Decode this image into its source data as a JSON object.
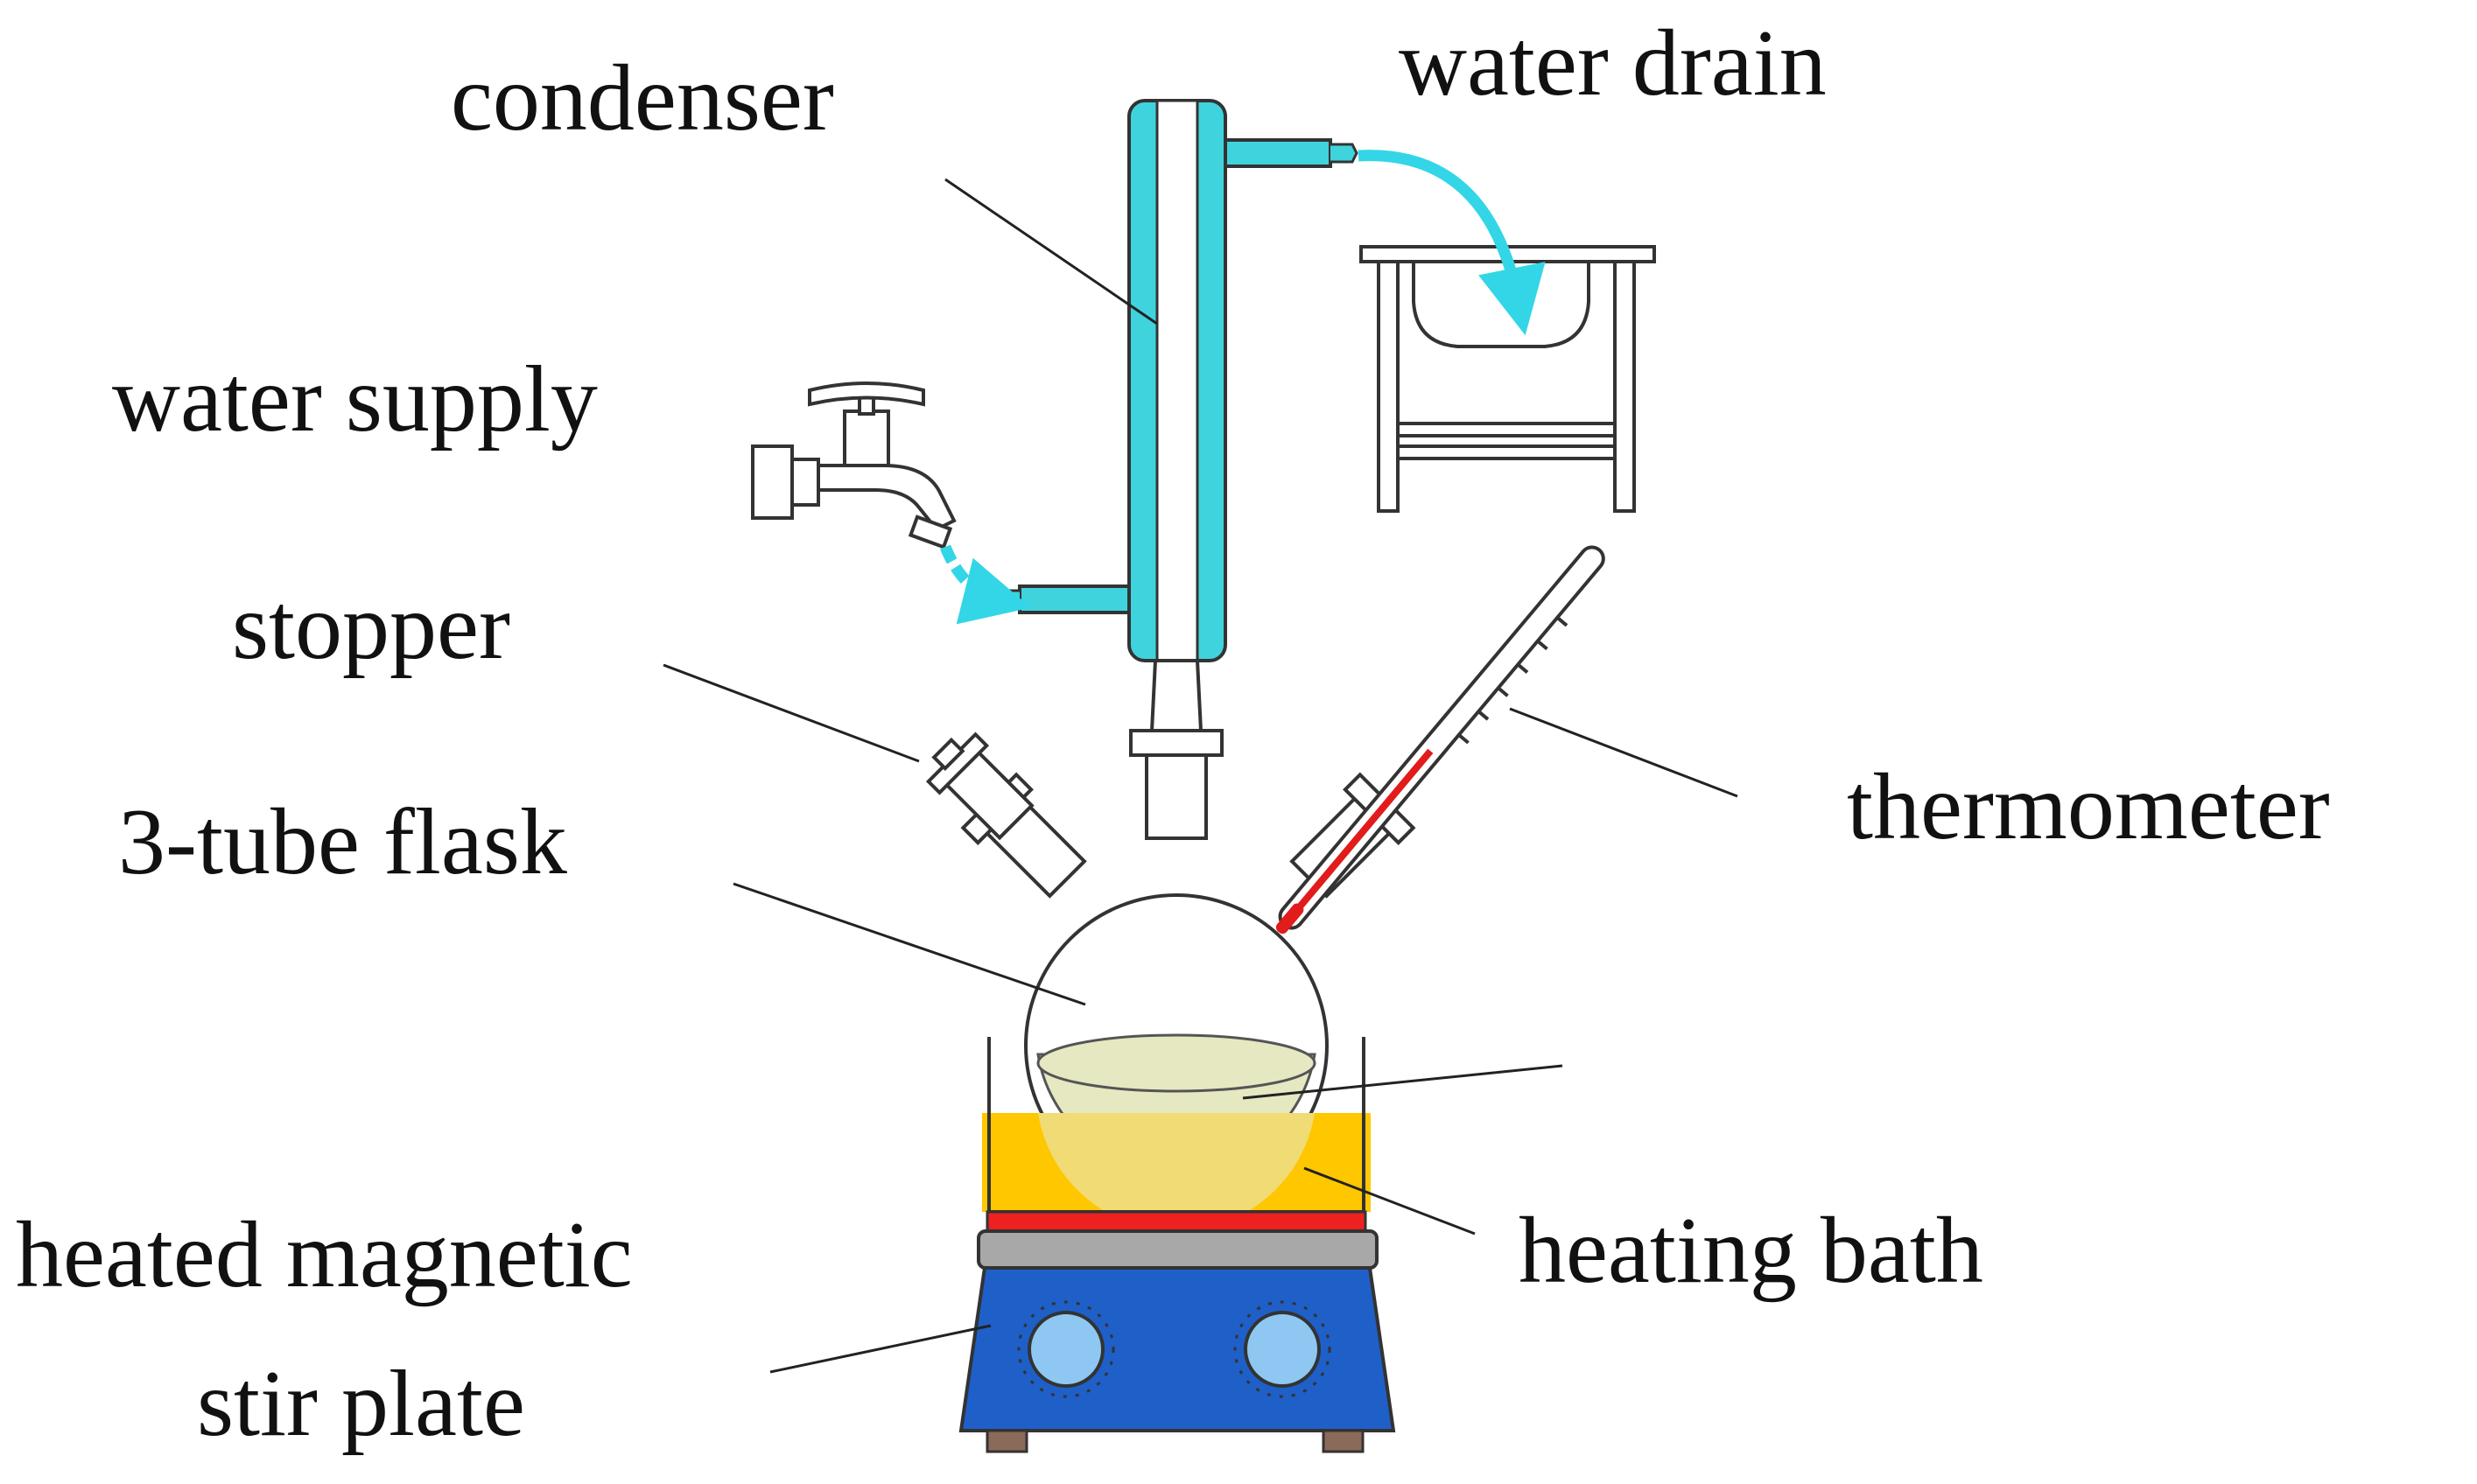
{
  "labels": {
    "condenser": "condenser",
    "water_drain": "water drain",
    "water_supply": "water supply",
    "stopper": "stopper",
    "flask": "3-tube flask",
    "thermometer": "thermometer",
    "heating_bath": "heating bath",
    "stir_plate_line1": "heated magnetic",
    "stir_plate_line2": "stir plate"
  },
  "colors": {
    "water": "#33d6e6",
    "condenser_fill": "#3fd3de",
    "bath": "#ffc700",
    "liquid": "#e6e8c2",
    "hotplate": "#ee2020",
    "stir_base": "#1f5fc8",
    "knob": "#8ec8f2",
    "mercury": "#e21b1b"
  }
}
